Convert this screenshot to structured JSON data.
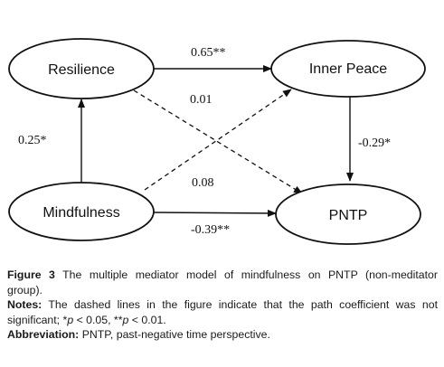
{
  "diagram": {
    "nodes": {
      "resilience": "Resilience",
      "inner_peace": "Inner Peace",
      "mindfulness": "Mindfulness",
      "pntp": "PNTP"
    },
    "paths": {
      "resilience_to_inner_peace": "0.65**",
      "resilience_to_pntp": "0.01",
      "mindfulness_to_resilience": "0.25*",
      "inner_peace_to_pntp": "-0.29*",
      "mindfulness_to_inner_peace": "0.08",
      "mindfulness_to_pntp": "-0.39**"
    }
  },
  "caption": {
    "figure_label": "Figure 3",
    "figure_text_line1": "The multiple mediator model of mindfulness on PNTP (non-meditator",
    "figure_text_line2": "group).",
    "notes_label": "Notes:",
    "notes_text_line1": "The dashed lines in the figure indicate that the path coefficient was not",
    "notes_sig_prefix": "significant; *",
    "notes_p1": "p",
    "notes_sig_mid": " < 0.05, **",
    "notes_p2": "p",
    "notes_sig_end": " < 0.01.",
    "abbrev_label": "Abbreviation:",
    "abbrev_text": "PNTP, past-negative time perspective."
  }
}
